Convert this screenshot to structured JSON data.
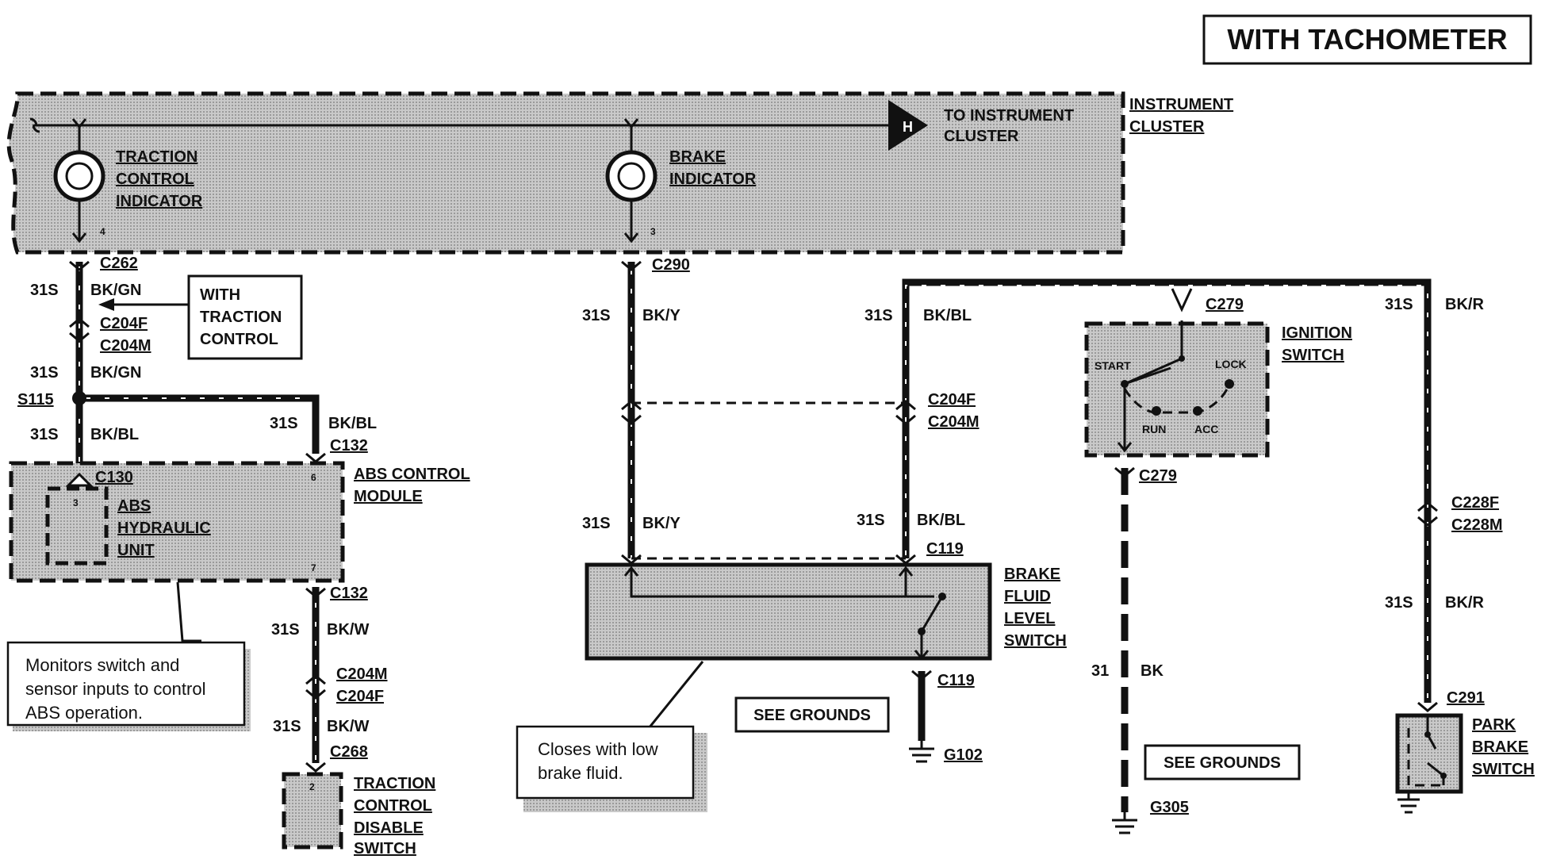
{
  "header": {
    "title": "WITH TACHOMETER"
  },
  "instrument_cluster": {
    "label_line1": "INSTRUMENT",
    "label_line2": "CLUSTER",
    "connector_letter": "H",
    "to_cluster_line1": "TO INSTRUMENT",
    "to_cluster_line2": "CLUSTER",
    "traction_indicator": [
      "TRACTION",
      "CONTROL",
      "INDICATOR"
    ],
    "traction_pin": "4",
    "brake_indicator": [
      "BRAKE",
      "INDICATOR"
    ],
    "brake_pin": "3"
  },
  "left_circuit": {
    "c262": "C262",
    "c204f": "C204F",
    "c204m": "C204M",
    "s115": "S115",
    "c130": "C130",
    "c132_top": "C132",
    "c132_bottom": "C132",
    "c204m_lower": "C204M",
    "c204f_lower": "C204F",
    "c268": "C268",
    "wire_a": "31S",
    "wire_a_color": "BK/GN",
    "wire_b": "31S",
    "wire_b_color": "BK/GN",
    "wire_c": "31S",
    "wire_c_color": "BK/BL",
    "wire_d": "31S",
    "wire_d_color": "BK/BL",
    "wire_e": "31S",
    "wire_e_color": "BK/W",
    "wire_f": "31S",
    "wire_f_color": "BK/W",
    "with_traction": [
      "WITH",
      "TRACTION",
      "CONTROL"
    ],
    "abs_module": [
      "ABS CONTROL",
      "MODULE"
    ],
    "abs_hydraulic": [
      "ABS",
      "HYDRAULIC",
      "UNIT"
    ],
    "abs_pin_3": "3",
    "abs_pin_6": "6",
    "abs_pin_7": "7",
    "tcs_switch": [
      "TRACTION",
      "CONTROL",
      "DISABLE",
      "SWITCH"
    ],
    "tcs_pin": "2",
    "note": [
      "Monitors switch and",
      "sensor inputs to control",
      "ABS operation."
    ]
  },
  "middle_circuit": {
    "c290": "C290",
    "wire_a": "31S",
    "wire_a_color": "BK/Y",
    "wire_b": "31S",
    "wire_b_color": "BK/Y",
    "wire_c": "31S",
    "wire_c_color": "BK/BL",
    "wire_d": "31S",
    "wire_d_color": "BK/BL",
    "c204f": "C204F",
    "c204m": "C204M",
    "c119_top": "C119",
    "c119_bottom": "C119",
    "brake_fluid": [
      "BRAKE",
      "FLUID",
      "LEVEL",
      "SWITCH"
    ],
    "see_grounds": "SEE GROUNDS",
    "g102": "G102",
    "note": [
      "Closes with low",
      "brake fluid."
    ]
  },
  "right_circuit": {
    "c279_top": "C279",
    "c279_bottom": "C279",
    "ignition": [
      "IGNITION",
      "SWITCH"
    ],
    "positions": {
      "start": "START",
      "lock": "LOCK",
      "run": "RUN",
      "acc": "ACC"
    },
    "wire_bk": "31",
    "wire_bk_color": "BK",
    "see_grounds": "SEE GROUNDS",
    "g305": "G305",
    "wire_a": "31S",
    "wire_a_color": "BK/R",
    "wire_b": "31S",
    "wire_b_color": "BK/R",
    "c228f": "C228F",
    "c228m": "C228M",
    "c291": "C291",
    "park_brake": [
      "PARK",
      "BRAKE",
      "SWITCH"
    ]
  }
}
